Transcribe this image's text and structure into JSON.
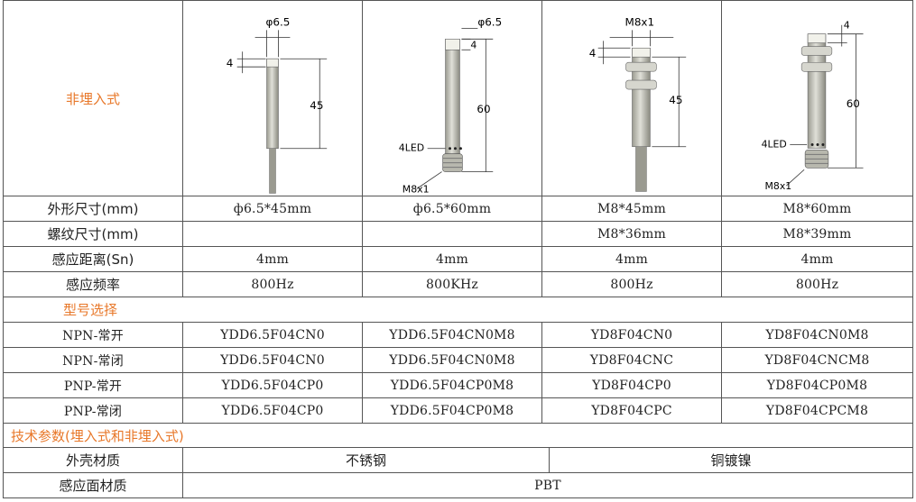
{
  "header_label": "非埋入式",
  "drawings": [
    {
      "dia": "φ6.5",
      "gap": "4",
      "len": "45"
    },
    {
      "dia": "φ6.5",
      "gap": "4",
      "len": "60",
      "led": "4LED",
      "thread": "M8x1"
    },
    {
      "dia": "M8x1",
      "gap": "4",
      "len": "45"
    },
    {
      "gap": "4",
      "len": "60",
      "led": "4LED",
      "thread": "M8x1"
    }
  ],
  "spec_rows": [
    {
      "label": "外形尺寸(mm)",
      "values": [
        "ф6.5*45mm",
        "ф6.5*60mm",
        "M8*45mm",
        "M8*60mm"
      ]
    },
    {
      "label": "螺纹尺寸(mm)",
      "values": [
        "",
        "",
        "M8*36mm",
        "M8*39mm"
      ]
    },
    {
      "label": "感应距离(Sn)",
      "values": [
        "4mm",
        "4mm",
        "4mm",
        "4mm"
      ]
    },
    {
      "label": "感应频率",
      "values": [
        "800Hz",
        "800KHz",
        "800Hz",
        "800Hz"
      ]
    }
  ],
  "model_section": "型号选择",
  "model_rows": [
    {
      "label": "NPN-常开",
      "values": [
        "YDD6.5F04CN0",
        "YDD6.5F04CN0M8",
        "YD8F04CN0",
        "YD8F04CN0M8"
      ]
    },
    {
      "label": "NPN-常闭",
      "values": [
        "YDD6.5F04CN0",
        "YDD6.5F04CN0M8",
        "YD8F04CNC",
        "YD8F04CNCM8"
      ]
    },
    {
      "label": "PNP-常开",
      "values": [
        "YDD6.5F04CP0",
        "YDD6.5F04CP0M8",
        "YD8F04CP0",
        "YD8F04CP0M8"
      ]
    },
    {
      "label": "PNP-常闭",
      "values": [
        "YDD6.5F04CP0",
        "YDD6.5F04CP0M8",
        "YD8F04CPC",
        "YD8F04CPCM8"
      ]
    }
  ],
  "tech_section": "技术参数(埋入式和非埋入式)",
  "tech_rows": [
    {
      "label": "外壳材质",
      "left": "不锈钢",
      "right": "铜镀镍"
    },
    {
      "label": "感应面材质",
      "value": "PBT"
    }
  ]
}
